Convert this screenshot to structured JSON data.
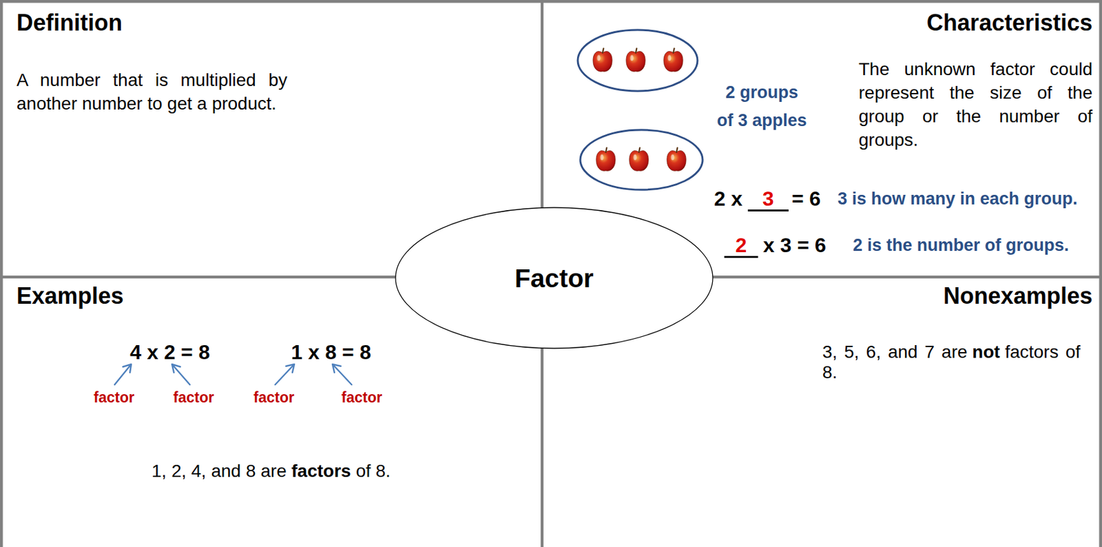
{
  "diagram": {
    "nodes": [
      {
        "text": [
          "Definition",
          "A number that is multiplied by another number to get a product."
        ]
      },
      {
        "text": [
          "Characteristics",
          "2 groups of 3 apples",
          "The unknown factor could represent the size of the group or the number of groups.",
          "2 x",
          "3",
          "= 6",
          "3 is how many in each group.",
          "2",
          "x 3 = 6",
          "2 is the number of groups."
        ]
      },
      {
        "text": [
          "Factor"
        ]
      },
      {
        "text": [
          "Examples",
          "4 x 2 = 8",
          "1 x 8 = 8",
          "factor",
          "factor",
          "factor",
          "factor",
          "1, 2, 4, and 8 are",
          "factors",
          "of 8."
        ]
      },
      {
        "text": [
          "Nonexamples",
          "3, 5, 6, and 7 are",
          "not",
          "factors of 8."
        ]
      }
    ]
  }
}
